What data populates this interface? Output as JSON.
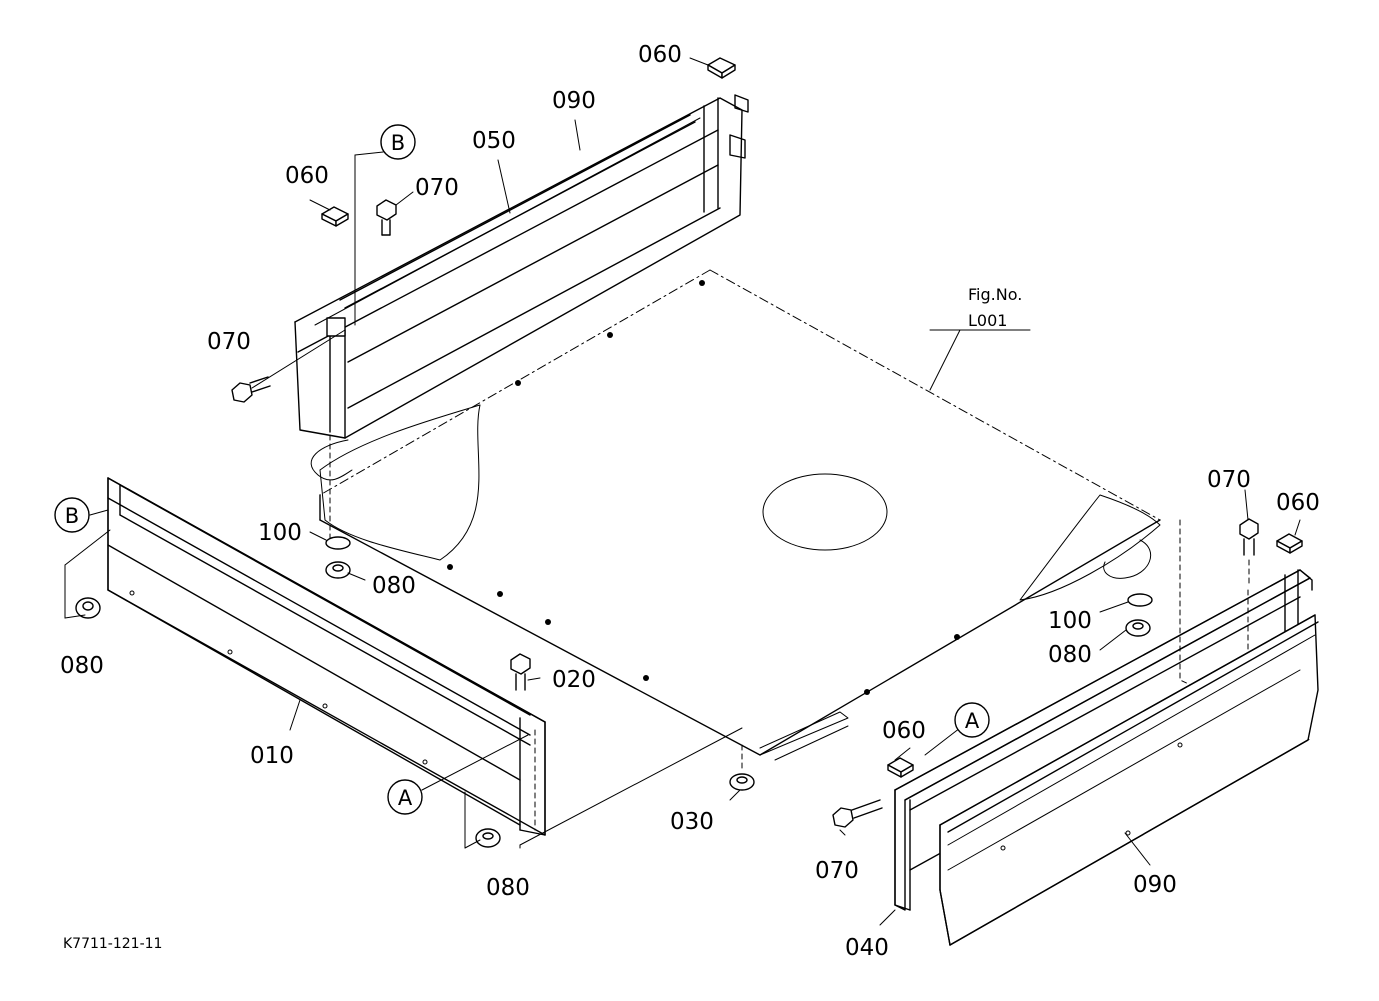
{
  "figure": {
    "fig_label": "Fig.No.",
    "fig_number": "L001",
    "drawing_code": "K7711-121-11"
  },
  "refs": {
    "a": "A",
    "b": "B"
  },
  "parts": {
    "p010": "010",
    "p020": "020",
    "p030": "030",
    "p040": "040",
    "p050": "050",
    "p060": "060",
    "p070": "070",
    "p080": "080",
    "p090": "090",
    "p100": "100"
  }
}
